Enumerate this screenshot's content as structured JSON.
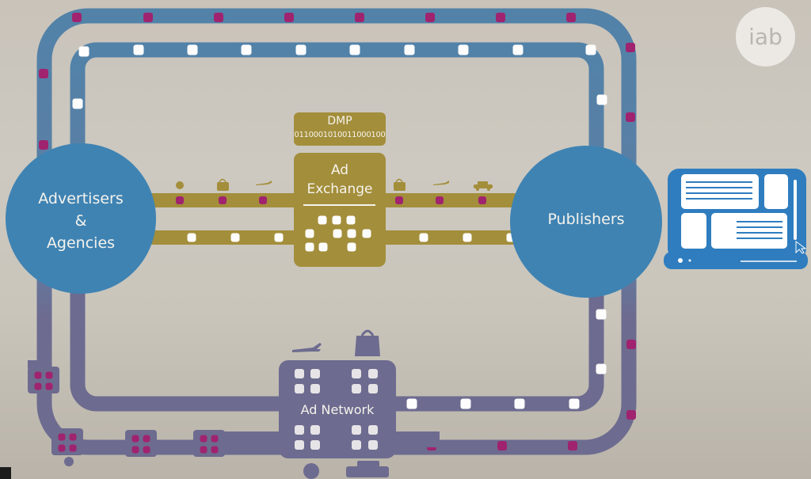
{
  "logo": {
    "text": "iab"
  },
  "nodes": {
    "advertisers": {
      "lines": [
        "Advertisers",
        "&",
        "Agencies"
      ]
    },
    "publishers": {
      "label": "Publishers"
    },
    "dmp": {
      "title": "DMP",
      "binary": "0110001010011000100"
    },
    "ad_exchange": {
      "lines": [
        "Ad",
        "Exchange"
      ]
    },
    "ad_network": {
      "label": "Ad Network"
    }
  },
  "icons": {
    "exchange_left": [
      "ball-icon",
      "shopping-bag-icon",
      "airplane-icon"
    ],
    "exchange_right": [
      "shopping-bag-icon",
      "airplane-icon",
      "car-icon"
    ],
    "network": [
      "airplane-icon",
      "shopping-bag-icon",
      "ball-icon",
      "car-icon"
    ],
    "device": "laptop-website-icon"
  },
  "colors": {
    "blue_track": "#5282a8",
    "purple_track": "#6d6b8f",
    "gold": "#a38e3b",
    "node_blue": "#3f83b3",
    "magenta": "#a0236f",
    "white_packet": "#fdfdfd"
  }
}
